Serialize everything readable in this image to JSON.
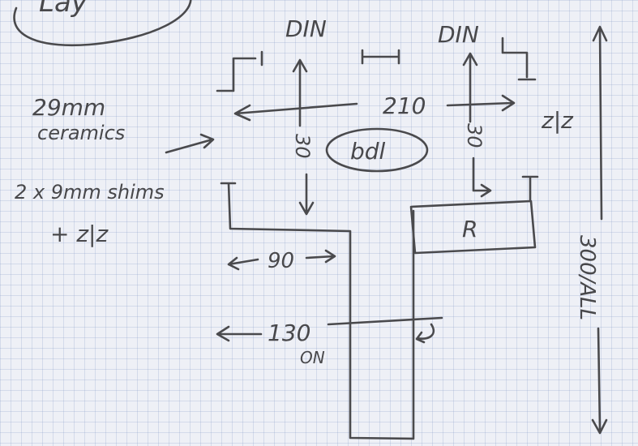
{
  "title": "Lay",
  "labels": {
    "din_left": "DIN",
    "din_right": "DIN",
    "width": "210",
    "ceramics_line1": "29mm",
    "ceramics_line2": "ceramics",
    "shims_line1": "2 x 9mm shims",
    "shims_line2": "+ z|z",
    "zlz_right": "z|z",
    "gap_left": "30",
    "gap_right": "30",
    "bdl": "bdl",
    "r_box": "R",
    "dim_90": "90",
    "dim_130": "130",
    "on": "ON",
    "vertical_total": "300/ALL"
  }
}
